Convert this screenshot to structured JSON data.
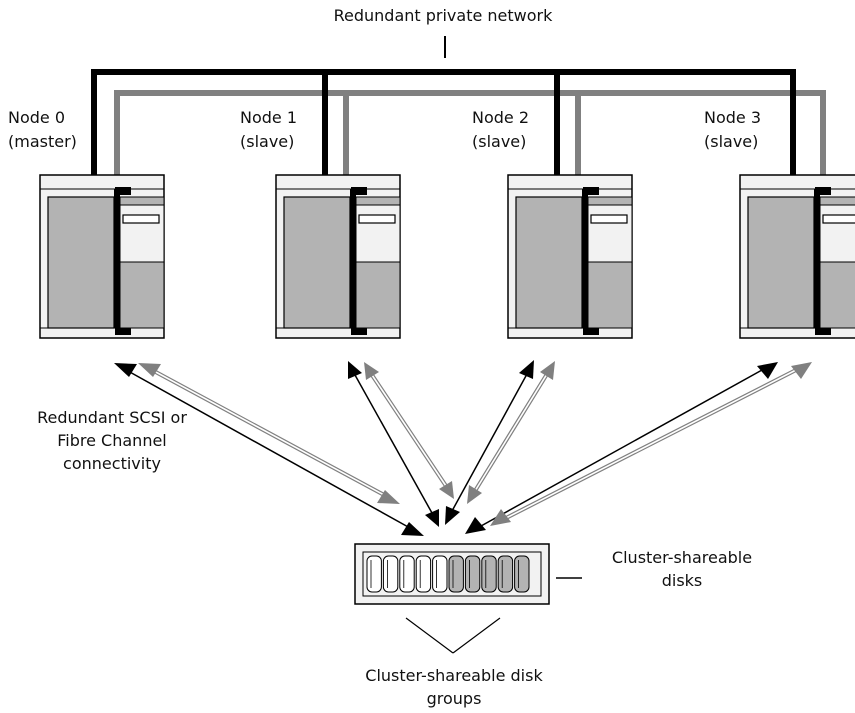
{
  "labels": {
    "network": "Redundant private network",
    "node0_name": "Node 0",
    "node0_role": "(master)",
    "node1_name": "Node 1",
    "node1_role": "(slave)",
    "node2_name": "Node 2",
    "node2_role": "(slave)",
    "node3_name": "Node 3",
    "node3_role": "(slave)",
    "connectivity_line1": "Redundant SCSI or",
    "connectivity_line2": "Fibre Channel",
    "connectivity_line3": "connectivity",
    "disks_line1": "Cluster-shareable",
    "disks_line2": "disks",
    "groups_line1": "Cluster-shareable disk",
    "groups_line2": "groups"
  },
  "colors": {
    "primary_link": "#000000",
    "secondary_link": "#808080",
    "server_fill": "#b3b3b3",
    "server_frame": "#f2f2f2",
    "outline": "#000000"
  },
  "nodes": [
    {
      "name": "Node 0",
      "role": "master"
    },
    {
      "name": "Node 1",
      "role": "slave"
    },
    {
      "name": "Node 2",
      "role": "slave"
    },
    {
      "name": "Node 3",
      "role": "slave"
    }
  ],
  "disk_array": {
    "disk_count": 10,
    "highlighted_disks": 5
  }
}
